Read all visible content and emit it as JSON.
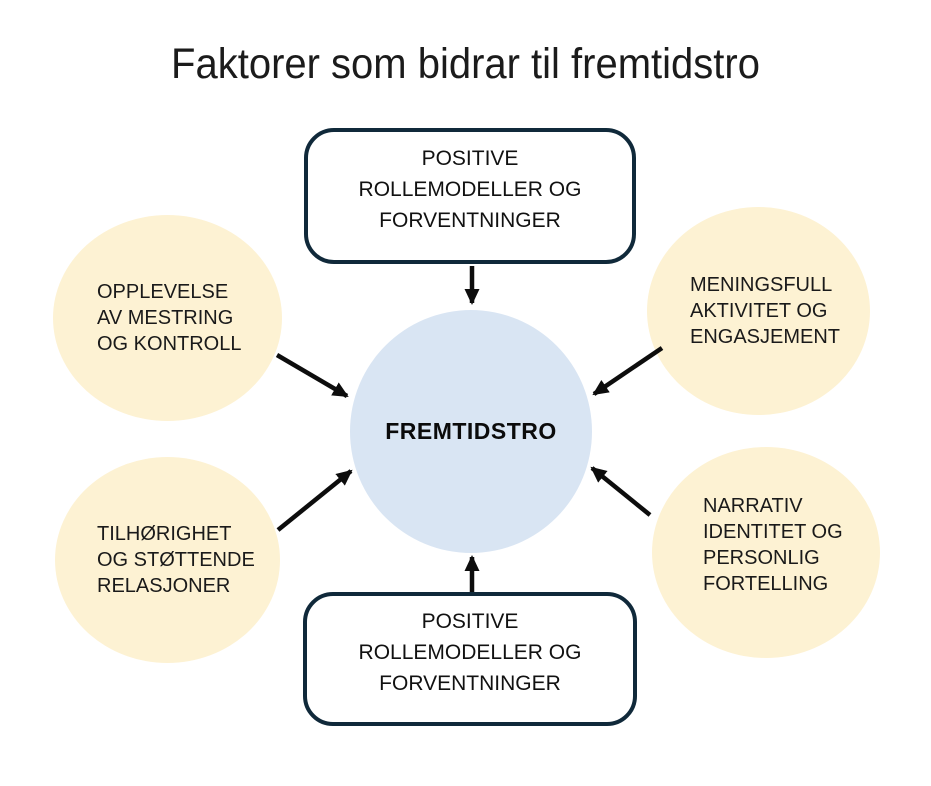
{
  "title": "Faktorer som bidrar til fremtidstro",
  "center": {
    "label": "FREMTIDSTRO"
  },
  "nodes": {
    "top_box": {
      "label": "POSITIVE\nROLLEMODELLER OG\nFORVENTNINGER"
    },
    "bottom_box": {
      "label": "POSITIVE\nROLLEMODELLER OG\nFORVENTNINGER"
    },
    "upper_left": {
      "label": "OPPLEVELSE\nAV MESTRING\nOG KONTROLL"
    },
    "upper_right": {
      "label": "MENINGSFULL\nAKTIVITET OG\nENGASJEMENT"
    },
    "lower_left": {
      "label": "TILHØRIGHET\nOG STØTTENDE\nRELASJONER"
    },
    "lower_right": {
      "label": "NARRATIV\nIDENTITET OG\nPERSONLIG\nFORTELLING"
    }
  },
  "colors": {
    "accent_border": "#10293a",
    "circle_yellow": "#fdf2d3",
    "circle_blue": "#d9e5f3",
    "arrow": "#0d0d0d",
    "text": "#1a1a1a"
  }
}
